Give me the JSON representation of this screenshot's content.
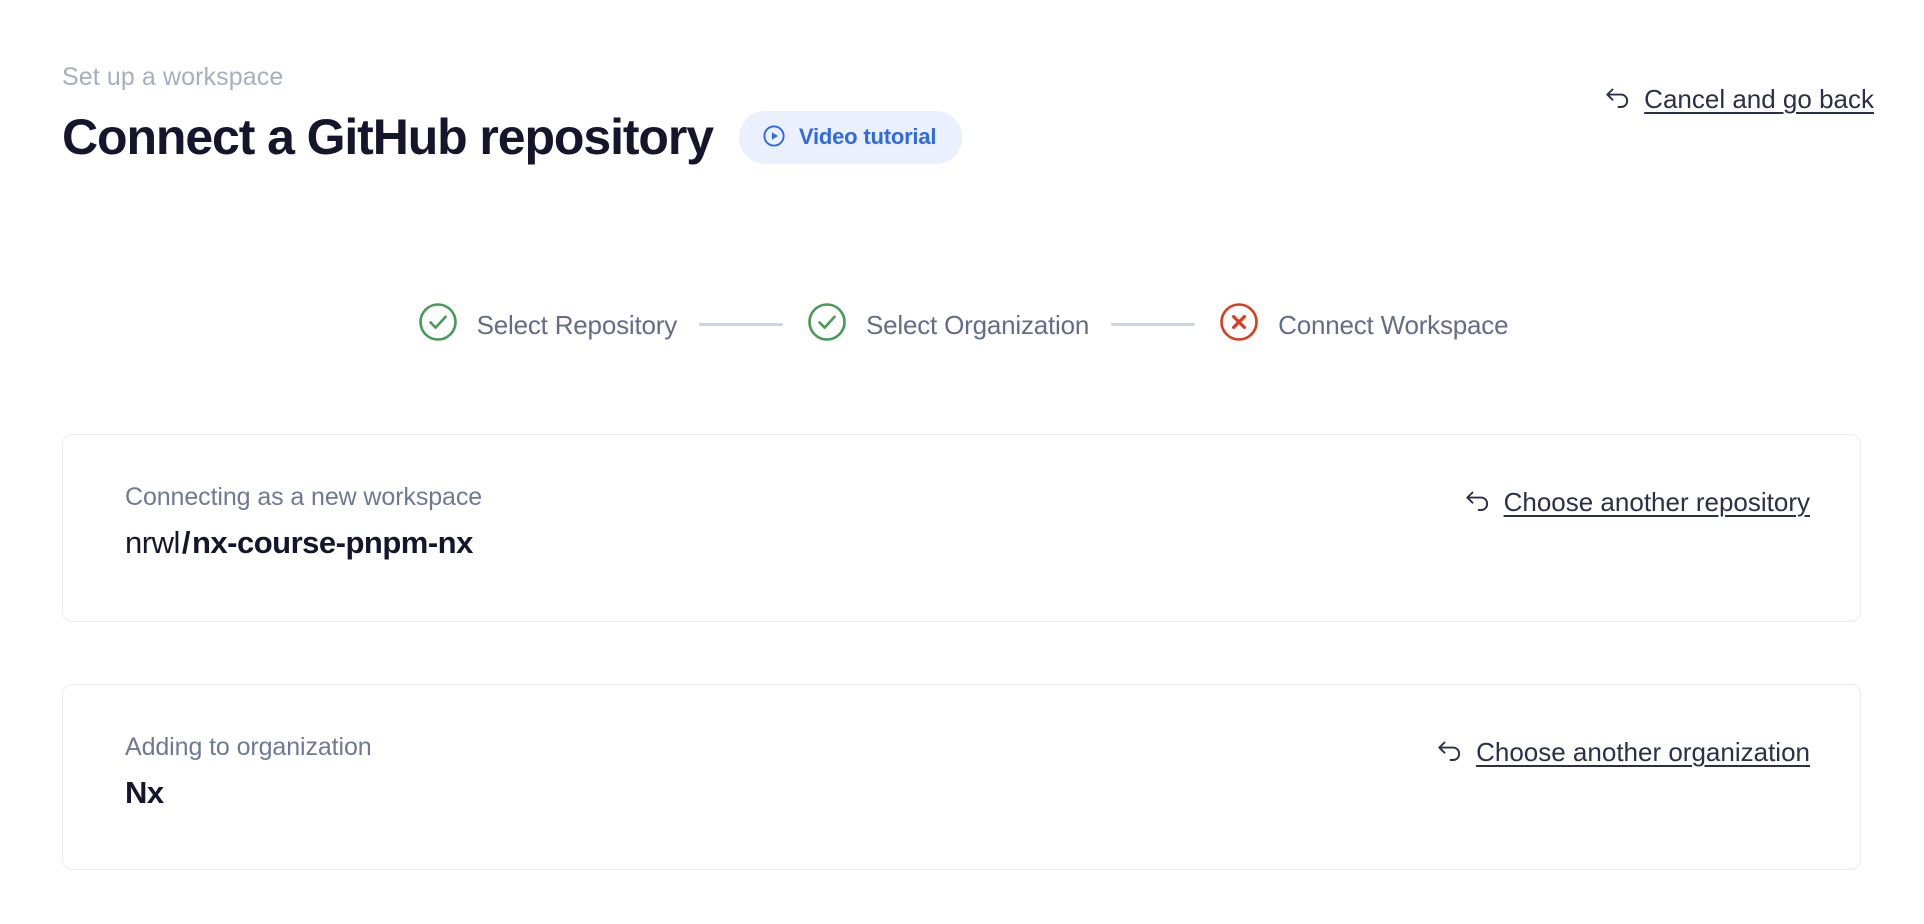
{
  "header": {
    "eyebrow": "Set up a workspace",
    "title": "Connect a GitHub repository",
    "video_badge": {
      "label": "Video tutorial",
      "icon": "play-circle-icon",
      "bg_color": "#eaf0fe",
      "text_color": "#2f6ae3"
    },
    "cancel": {
      "label": "Cancel and go back",
      "icon": "undo-arrow-icon"
    }
  },
  "stepper": {
    "connector_color": "#ccd3e2",
    "steps": [
      {
        "label": "Select Repository",
        "status": "complete",
        "icon": "check-circle-icon",
        "color": "#479a58"
      },
      {
        "label": "Select Organization",
        "status": "complete",
        "icon": "check-circle-icon",
        "color": "#479a58"
      },
      {
        "label": "Connect Workspace",
        "status": "error",
        "icon": "x-circle-icon",
        "color": "#dc3c1e"
      }
    ]
  },
  "cards": [
    {
      "name": "repository",
      "caption": "Connecting as a new workspace",
      "owner": "nrwl",
      "separator": "/",
      "repo": "nx-course-pnpm-nx",
      "action": {
        "label": "Choose another repository",
        "icon": "undo-arrow-icon"
      }
    },
    {
      "name": "organization",
      "caption": "Adding to organization",
      "value": "Nx",
      "action": {
        "label": "Choose another organization",
        "icon": "undo-arrow-icon"
      }
    }
  ]
}
